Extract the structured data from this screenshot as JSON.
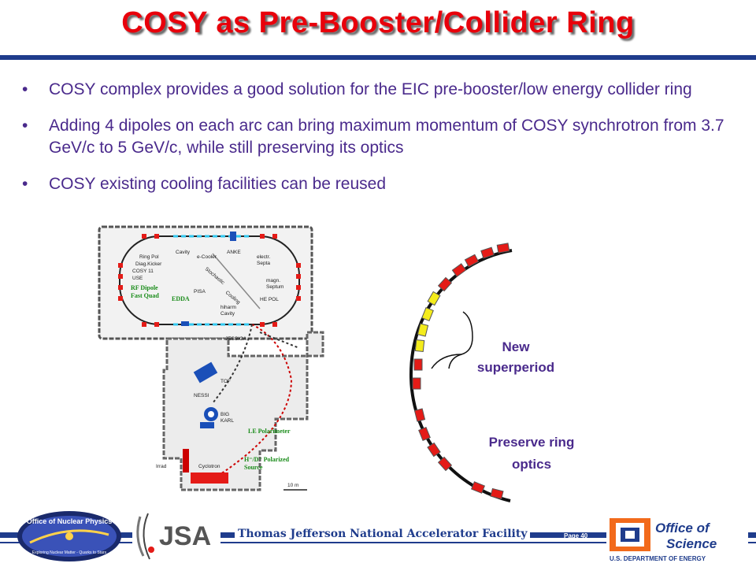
{
  "title": "COSY as Pre-Booster/Collider Ring",
  "bullets": [
    "COSY complex provides a good solution for the EIC pre-booster/low energy collider ring",
    "Adding 4 dipoles on each arc can bring maximum momentum of COSY synchrotron from 3.7 GeV/c to 5 GeV/c, while still preserving its optics",
    "COSY existing cooling facilities can be reused"
  ],
  "bullet_char": "•",
  "diagram": {
    "labels": {
      "cavity": "Cavity",
      "ring_pol": "Ring Pol",
      "diag_kicker": "Diag.Kicker",
      "cosy11": "COSY 11",
      "use": "USE",
      "rf_dipole": "RF Dipole",
      "fast_quad": "Fast Quad",
      "edda": "EDDA",
      "pisa": "PISA",
      "e_cooler": "e-Cooler",
      "stochastic": "Stochastic",
      "cooling": "Cooling",
      "anke": "ANKE",
      "electr_septa_1": "electr.",
      "electr_septa_2": "Septa",
      "magn_septum_1": "magn.",
      "magn_septum_2": "Septum",
      "he_pol": "HE POL",
      "hiharm_1": "hiharm",
      "hiharm_2": "Cavity",
      "jessica": "JESSICA",
      "tof": "TOF",
      "nessi": "NESSI",
      "big_karl_1": "BIG",
      "big_karl_2": "KARL",
      "le_polarimeter": "LE Polarimeter",
      "source_1": "H⁻/D⁻ Polarized",
      "source_2": "Source",
      "irrad": "Irrad",
      "cyclotron": "Cyclotron",
      "scale": "10 m"
    }
  },
  "arc": {
    "label_new_1": "New",
    "label_new_2": "superperiod",
    "label_preserve_1": "Preserve ring",
    "label_preserve_2": "optics"
  },
  "footer": {
    "lab": "Thomas Jefferson National Accelerator Facility",
    "page": "Page 40",
    "np_logo_text": "Office of Nuclear Physics",
    "np_logo_tagline": "Exploring Nuclear Matter - Quarks to Stars",
    "jsa_text": "JSA",
    "os_text_1": "Office of",
    "os_text_2": "Science",
    "os_text_3": "U.S. DEPARTMENT OF ENERGY"
  },
  "colors": {
    "title": "#e8000b",
    "bullet_text": "#4a2a8c",
    "rule": "#1f3c8c",
    "magnet_red": "#e41b17",
    "magnet_yellow": "#f4ec1c"
  }
}
